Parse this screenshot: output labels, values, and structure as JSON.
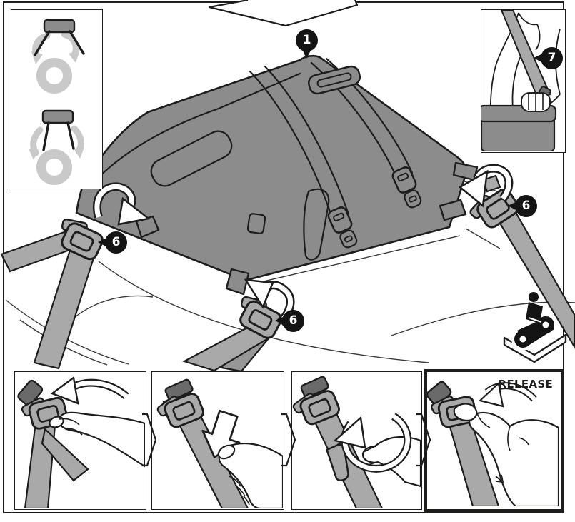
{
  "sheet": {
    "callouts": {
      "bag": "1",
      "strap_left": "6",
      "strap_center": "6",
      "strap_right": "6",
      "shoulder_strap": "7"
    },
    "release_panel": {
      "label": "RELEASE"
    },
    "colors": {
      "outline": "#1d1d1b",
      "bag_gray": "#8c8c8c",
      "strap_gray": "#a9a9a9",
      "strap_shadow": "#979797",
      "dark_gray": "#6a6a6a",
      "light_gray": "#c9c9c9",
      "balloon_bg": "#141414",
      "balloon_text": "#ffffff",
      "paper": "#ffffff"
    }
  }
}
